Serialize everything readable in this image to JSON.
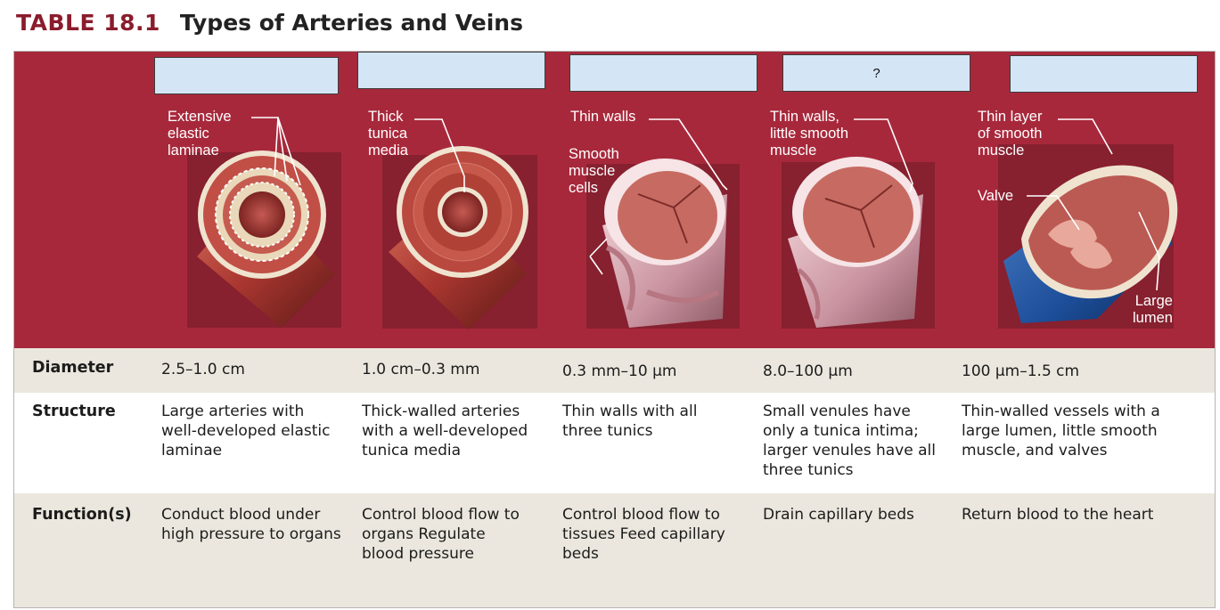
{
  "title": {
    "number": "TABLE 18.1",
    "text": "Types of Arteries and Veins"
  },
  "vessels": [
    {
      "name_box": "",
      "callouts": [
        "Extensive\nelastic\nlaminae"
      ]
    },
    {
      "name_box": "",
      "callouts": [
        "Thick\ntunica\nmedia"
      ]
    },
    {
      "name_box": "",
      "callouts": [
        "Thin walls",
        "Smooth\nmuscle\ncells"
      ]
    },
    {
      "name_box": "?",
      "callouts": [
        "Thin walls,\nlittle smooth\nmuscle"
      ]
    },
    {
      "name_box": "",
      "callouts": [
        "Thin layer\nof smooth\nmuscle",
        "Valve",
        "Large\nlumen"
      ]
    }
  ],
  "rows": [
    {
      "header": "Diameter",
      "cells": [
        "2.5–1.0 cm",
        "1.0 cm–0.3 mm",
        "0.3 mm–10 μm",
        "8.0–100 μm",
        "100 μm–1.5 cm"
      ]
    },
    {
      "header": "Structure",
      "cells": [
        "Large arteries with well-developed elastic laminae",
        "Thick-walled arteries with a well-developed tunica media",
        "Thin walls with all three tunics",
        "Small venules have only a tunica intima; larger venules have all three tunics",
        "Thin-walled vessels with a large lumen, little smooth muscle, and valves"
      ]
    },
    {
      "header": "Function(s)",
      "cells": [
        "Conduct blood under high pressure to organs",
        "Control blood flow to organs Regulate blood pressure",
        "Control blood flow to tissues Feed capillary beds",
        "Drain capillary beds",
        "Return blood to the heart"
      ]
    }
  ],
  "colors": {
    "band": "#a8283b",
    "title_number": "#8a1c2c",
    "label_box": "#d4e6f6",
    "row_light": "#ebe7de",
    "vein_blue": "#1d4f9a"
  }
}
